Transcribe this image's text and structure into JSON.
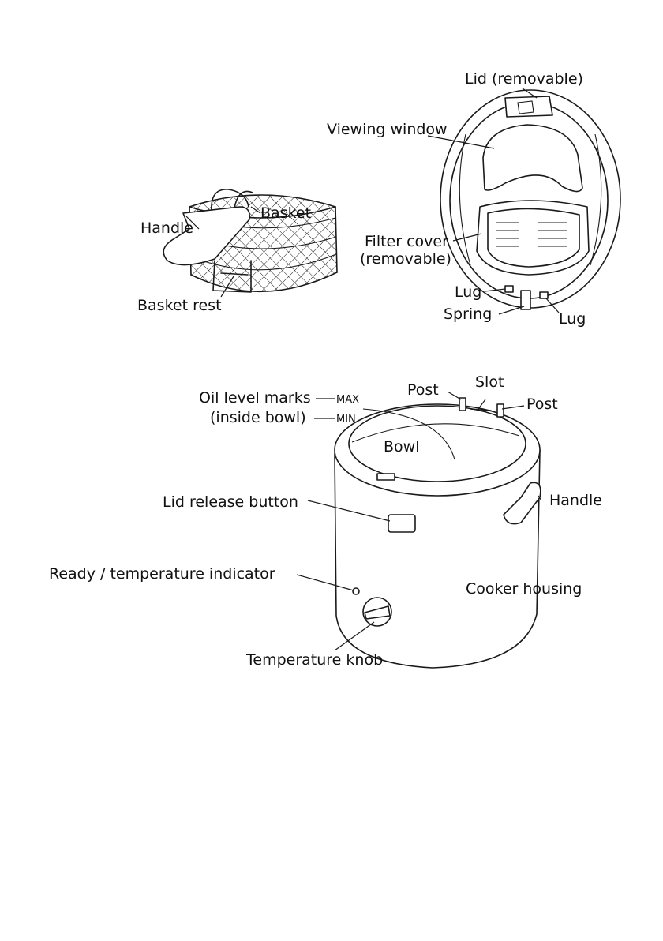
{
  "basket_labels": {
    "handle": "Handle",
    "basket": "Basket",
    "basket_rest": "Basket rest"
  },
  "lid_labels": {
    "lid": "Lid (removable)",
    "viewing_window": "Viewing window",
    "filter_cover_line1": "Filter cover",
    "filter_cover_line2": "(removable)",
    "lug_left": "Lug",
    "spring": "Spring",
    "lug_right": "Lug"
  },
  "cooker_labels": {
    "oil_level_marks": "Oil level marks",
    "inside_bowl": "(inside bowl)",
    "max": "MAX",
    "min": "MIN",
    "post_left": "Post",
    "slot": "Slot",
    "post_right": "Post",
    "bowl": "Bowl",
    "lid_release_button": "Lid release button",
    "handle": "Handle",
    "ready_indicator": "Ready / temperature indicator",
    "cooker_housing": "Cooker housing",
    "temperature_knob": "Temperature knob"
  }
}
